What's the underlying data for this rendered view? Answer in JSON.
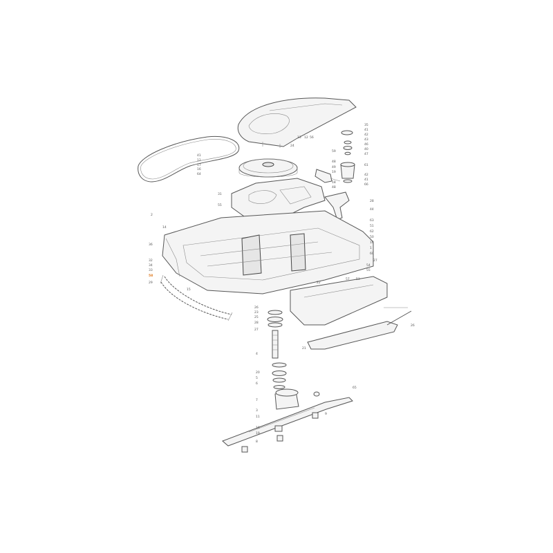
{
  "diagram": {
    "highlight_color": "#e07a1f",
    "line_color": "#555555",
    "callouts": [
      {
        "id": "c1",
        "text": "35"
      },
      {
        "id": "c2",
        "text": "41"
      },
      {
        "id": "c3",
        "text": "42"
      },
      {
        "id": "c4",
        "text": "43"
      },
      {
        "id": "c5",
        "text": "46"
      },
      {
        "id": "c6",
        "text": "40"
      },
      {
        "id": "c7",
        "text": "47"
      },
      {
        "id": "c8",
        "text": "61"
      },
      {
        "id": "c9",
        "text": "42"
      },
      {
        "id": "c10",
        "text": "41"
      },
      {
        "id": "c11",
        "text": "66"
      },
      {
        "id": "c12",
        "text": "44"
      },
      {
        "id": "c13",
        "text": "28"
      },
      {
        "id": "c14",
        "text": "63"
      },
      {
        "id": "c15",
        "text": "51"
      },
      {
        "id": "c16",
        "text": "62"
      },
      {
        "id": "c17",
        "text": "50"
      },
      {
        "id": "c18",
        "text": "16"
      },
      {
        "id": "c19",
        "text": "1"
      },
      {
        "id": "c20",
        "text": "60"
      },
      {
        "id": "c21",
        "text": "24"
      },
      {
        "id": "c22",
        "text": "13"
      },
      {
        "id": "c23",
        "text": "12"
      },
      {
        "id": "c24",
        "text": "56"
      },
      {
        "id": "c25",
        "text": "41"
      },
      {
        "id": "c26",
        "text": "12"
      },
      {
        "id": "c27",
        "text": "17"
      },
      {
        "id": "c28",
        "text": "16"
      },
      {
        "id": "c29",
        "text": "64"
      },
      {
        "id": "c30",
        "text": "31"
      },
      {
        "id": "c31",
        "text": "55"
      },
      {
        "id": "c32",
        "text": "2"
      },
      {
        "id": "c33",
        "text": "14"
      },
      {
        "id": "c34",
        "text": "36"
      },
      {
        "id": "c35",
        "text": "32"
      },
      {
        "id": "c36",
        "text": "34"
      },
      {
        "id": "c37",
        "text": "33"
      },
      {
        "id": "c38",
        "text": "58"
      },
      {
        "id": "c39",
        "text": "29"
      },
      {
        "id": "c40",
        "text": "15"
      },
      {
        "id": "c41",
        "text": "22"
      },
      {
        "id": "c42",
        "text": "57"
      },
      {
        "id": "c43",
        "text": "53"
      },
      {
        "id": "c44",
        "text": "54"
      },
      {
        "id": "c45",
        "text": "55"
      },
      {
        "id": "c46",
        "text": "59"
      },
      {
        "id": "c47",
        "text": "48"
      },
      {
        "id": "c48",
        "text": "49"
      },
      {
        "id": "c49",
        "text": "19"
      },
      {
        "id": "c50",
        "text": "18"
      },
      {
        "id": "c51",
        "text": "48"
      },
      {
        "id": "c52",
        "text": "27"
      },
      {
        "id": "c53",
        "text": "26"
      },
      {
        "id": "c54",
        "text": "23"
      },
      {
        "id": "c55",
        "text": "25"
      },
      {
        "id": "c56",
        "text": "28"
      },
      {
        "id": "c57",
        "text": "27"
      },
      {
        "id": "c58",
        "text": "21"
      },
      {
        "id": "c59",
        "text": "4"
      },
      {
        "id": "c60",
        "text": "20"
      },
      {
        "id": "c61",
        "text": "5"
      },
      {
        "id": "c62",
        "text": "6"
      },
      {
        "id": "c63",
        "text": "7"
      },
      {
        "id": "c64",
        "text": "65"
      },
      {
        "id": "c65",
        "text": "3"
      },
      {
        "id": "c66",
        "text": "11"
      },
      {
        "id": "c67",
        "text": "9"
      },
      {
        "id": "c68",
        "text": "10"
      },
      {
        "id": "c69",
        "text": "19"
      },
      {
        "id": "c70",
        "text": "8"
      },
      {
        "id": "c71",
        "text": "26"
      }
    ]
  }
}
